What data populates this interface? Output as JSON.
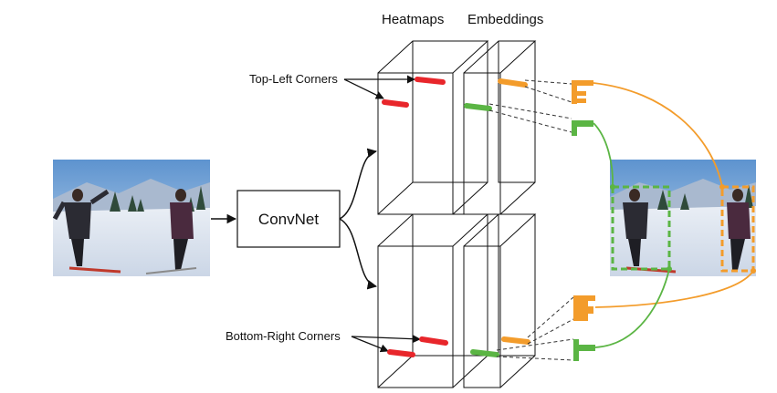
{
  "labels": {
    "heatmaps": "Heatmaps",
    "embeddings": "Embeddings",
    "top_left": "Top-Left Corners",
    "bottom_right": "Bottom-Right Corners",
    "convnet": "ConvNet"
  },
  "colors": {
    "red": "#e8262b",
    "orange": "#f39c2b",
    "green": "#5bb544",
    "line": "#111111",
    "sky": "#7fb0dc",
    "snow": "#f1f4f8"
  }
}
